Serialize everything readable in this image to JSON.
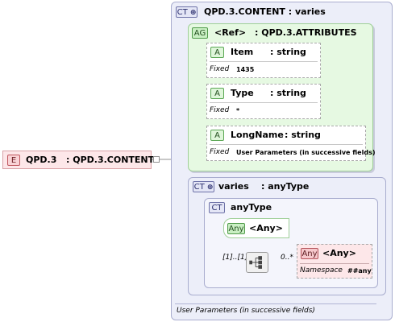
{
  "root": {
    "badge": "E",
    "name": "QPD.3",
    "type": ": QPD.3.CONTENT"
  },
  "content": {
    "badge": "CT",
    "title": "QPD.3.CONTENT : varies",
    "footer": "User Parameters (in successive fields)"
  },
  "attribute_group": {
    "badge": "AG",
    "ref": "<Ref>",
    "name": ": QPD.3.ATTRIBUTES",
    "attributes": [
      {
        "badge": "A",
        "name": "Item",
        "type": ": string",
        "fixed_label": "Fixed",
        "fixed_value": "1435"
      },
      {
        "badge": "A",
        "name": "Type",
        "type": ": string",
        "fixed_label": "Fixed",
        "fixed_value": "*"
      },
      {
        "badge": "A",
        "name": "LongName",
        "type": ": string",
        "fixed_label": "Fixed",
        "fixed_value": "User Parameters (in successive fields)"
      }
    ]
  },
  "varies": {
    "badge": "CT",
    "name": "varies",
    "type": ": anyType",
    "anytype": {
      "badge": "CT",
      "name": "anyType",
      "any_attr": {
        "badge": "Any",
        "label": "<Any>"
      },
      "sequence_occurrence": "[1]..[1]",
      "any_element": {
        "badge": "Any",
        "label": "<Any>",
        "occurrence": "0..*",
        "namespace_label": "Namespace",
        "namespace_value": "##any"
      }
    }
  },
  "colors": {
    "complex_type_fill": "#eceef9",
    "complex_type_border": "#a9adcf",
    "attribute_group_fill": "#e6f9e2",
    "element_fill": "#fde7e9",
    "element_border": "#d9a2a7"
  }
}
